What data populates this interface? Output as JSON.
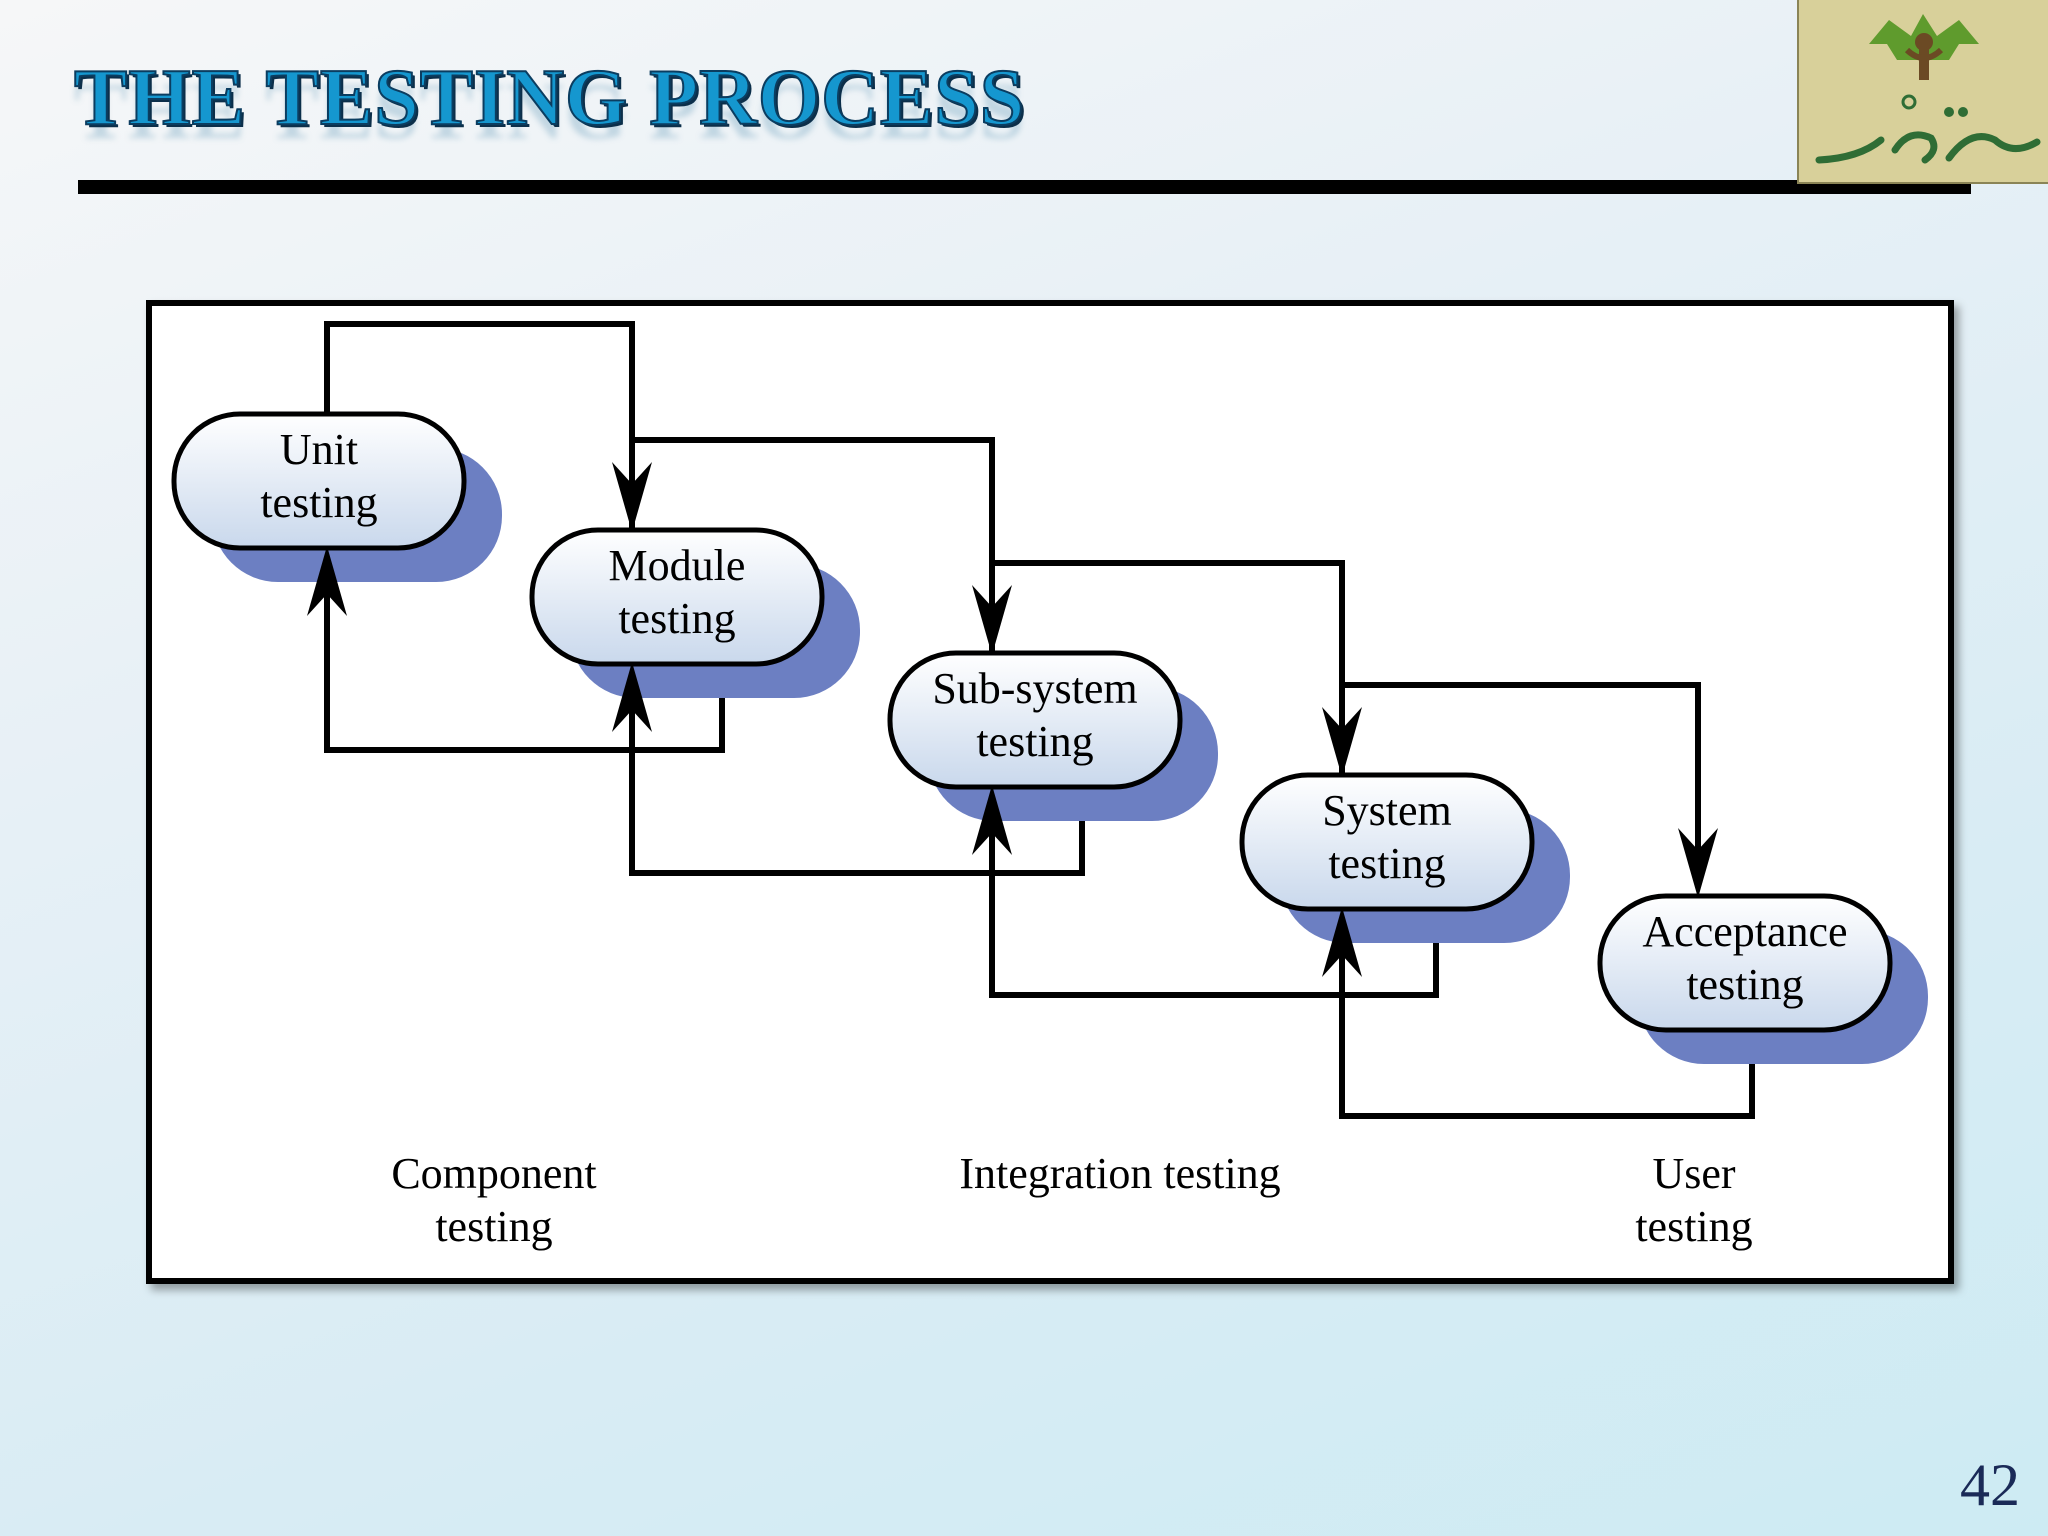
{
  "slide": {
    "title": "THE TESTING PROCESS",
    "page_number": "42"
  },
  "colors": {
    "title_fill": "#1597cf",
    "node_fill_top": "#ffffff",
    "node_fill_bottom": "#c9d8ec",
    "node_shadow": "#6c7fc2",
    "line": "#000000"
  },
  "diagram": {
    "nodes": [
      {
        "id": "unit",
        "lines": [
          "Unit",
          "testing"
        ]
      },
      {
        "id": "module",
        "lines": [
          "Module",
          "testing"
        ]
      },
      {
        "id": "subsystem",
        "lines": [
          "Sub-system",
          "testing"
        ]
      },
      {
        "id": "system",
        "lines": [
          "System",
          "testing"
        ]
      },
      {
        "id": "acceptance",
        "lines": [
          "Acceptance",
          "testing"
        ]
      }
    ],
    "edges": [
      {
        "from": "unit",
        "to": "module",
        "kind": "forward"
      },
      {
        "from": "module",
        "to": "unit",
        "kind": "feedback"
      },
      {
        "from": "module",
        "to": "subsystem",
        "kind": "forward"
      },
      {
        "from": "subsystem",
        "to": "module",
        "kind": "feedback"
      },
      {
        "from": "subsystem",
        "to": "system",
        "kind": "forward"
      },
      {
        "from": "system",
        "to": "subsystem",
        "kind": "feedback"
      },
      {
        "from": "system",
        "to": "acceptance",
        "kind": "forward"
      },
      {
        "from": "acceptance",
        "to": "system",
        "kind": "feedback"
      }
    ],
    "phases": [
      {
        "id": "component",
        "lines": [
          "Component",
          "testing"
        ]
      },
      {
        "id": "integration",
        "lines": [
          "Integration testing"
        ]
      },
      {
        "id": "user",
        "lines": [
          "User",
          "testing"
        ]
      }
    ]
  },
  "logo": {
    "icon": "tree-person-logo-icon"
  }
}
